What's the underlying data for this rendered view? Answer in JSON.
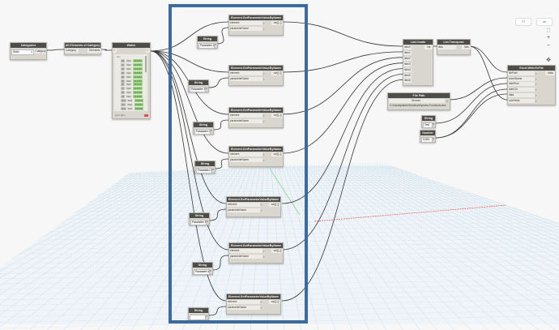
{
  "canvas": {
    "background": "#f7f7f7",
    "highlight_color": "#3d6b9b",
    "wire_color": "#333333",
    "node_header_color": "#4f4d4a"
  },
  "nodes": {
    "categories": {
      "title": "Categories",
      "selected": "Walls",
      "output": "Category"
    },
    "all_elements": {
      "title": "All Elements of Category",
      "input": "Category",
      "output": "Elements"
    },
    "watch": {
      "title": "Watch",
      "list_header": "List",
      "rows": [
        {
          "idx": "[0]",
          "label": "Wall",
          "value": "#15250"
        },
        {
          "idx": "[1]",
          "label": "Wall",
          "value": "#15251"
        },
        {
          "idx": "[2]",
          "label": "Wall",
          "value": "#15252"
        },
        {
          "idx": "[3]",
          "label": "Wall",
          "value": "#15253"
        },
        {
          "idx": "[4]",
          "label": "Wall",
          "value": "#15254"
        },
        {
          "idx": "[5]",
          "label": "Wall",
          "value": "#15255"
        },
        {
          "idx": "[6]",
          "label": "Wall",
          "value": "#15256"
        },
        {
          "idx": "[7]",
          "label": "Wall",
          "value": "#15257"
        },
        {
          "idx": "[8]",
          "label": "Wall",
          "value": "#15258"
        },
        {
          "idx": "[9]",
          "label": "Wall",
          "value": "#15259"
        },
        {
          "idx": "[10]",
          "label": "Wall",
          "value": "#15260"
        },
        {
          "idx": "[11]",
          "label": "Wall",
          "value": "#15261"
        },
        {
          "idx": "[12]",
          "label": "Wall",
          "value": "#15262"
        }
      ],
      "footer": "@L2 @L1"
    },
    "get_param": {
      "title": "Element.GetParameterValueByName",
      "input_element": "element",
      "input_param": "parameterName",
      "output": "var[]..[]"
    },
    "strings": [
      {
        "title": "String",
        "value": "Parameter 1"
      },
      {
        "title": "String",
        "value": "Parameter 2"
      },
      {
        "title": "String",
        "value": "Parameter 3"
      },
      {
        "title": "String",
        "value": "Parameter 4"
      },
      {
        "title": "String",
        "value": "Parameter 5"
      },
      {
        "title": "String",
        "value": "Parameter 6"
      },
      {
        "title": "String",
        "value": ""
      }
    ],
    "list_create": {
      "title": "List.Create",
      "inputs": [
        "item0",
        "item1",
        "item2",
        "item3",
        "item4",
        "item5",
        "item6"
      ],
      "output": "list"
    },
    "list_transpose": {
      "title": "List.Transpose",
      "input": "lists",
      "output": "lists"
    },
    "file_path": {
      "title": "File Path",
      "button": "Browse...",
      "path": "C:\\Users\\planter\\Desktop\\Dynamo Functions.xlsx"
    },
    "string_sheet": {
      "title": "String",
      "value": "Test"
    },
    "number": {
      "title": "Number",
      "value": "0.000"
    },
    "excel_write": {
      "title": "Excel.WriteToFile",
      "inputs": [
        "filePath",
        "sheetName",
        "startRow",
        "startCol",
        "data",
        "overWrite"
      ],
      "output": "data"
    }
  },
  "controls": {
    "view_toggle_left": "graph-view-icon",
    "view_toggle_right": "background-preview-icon",
    "zoom_fit": "fit-view-icon",
    "zoom_in": "+",
    "zoom_out": "−",
    "pan": "pan-icon"
  }
}
